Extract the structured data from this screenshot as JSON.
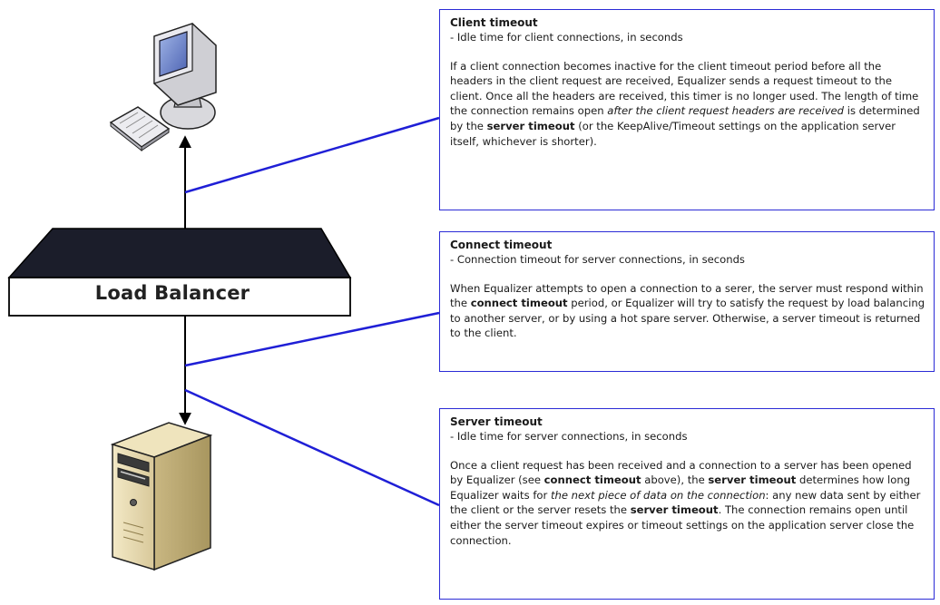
{
  "load_balancer": {
    "label": "Load Balancer"
  },
  "boxes": {
    "client": {
      "title": "Client timeout",
      "subtitle": " - Idle time for client connections, in seconds",
      "body": {
        "p1": "If a client connection becomes inactive for the client timeout period before all the headers in the client request are received, Equalizer sends a request timeout to the client. Once all the headers are received, this timer is no longer used. The length of time the connection remains open ",
        "em1": "after the client request headers are received",
        "p2": " is determined by the ",
        "b1": "server timeout",
        "p3": " (or the KeepAlive/Timeout settings on the application server itself, whichever is shorter)."
      }
    },
    "connect": {
      "title": "Connect timeout",
      "subtitle": " - Connection timeout for server connections, in seconds",
      "body": {
        "p1": "When Equalizer attempts to open a connection to a serer, the server must respond within the ",
        "b1": "connect timeout",
        "p2": " period, or Equalizer will try to satisfy the request by load balancing to another server, or by using a hot spare server. Otherwise, a server timeout is returned to the client."
      }
    },
    "server": {
      "title": "Server timeout",
      "subtitle": " - Idle time for server connections, in seconds",
      "body": {
        "p1": "Once a client request has been received and a connection to a server has been opened by Equalizer (see ",
        "b1": "connect timeout",
        "p2": " above), the ",
        "b2": "server timeout",
        "p3": " determines how long Equalizer waits for ",
        "em1": "the next piece of data on the connection",
        "p4": ": any new data sent by either the client or the server resets the ",
        "b3": "server timeout",
        "p5": ". The connection remains open until either the server timeout expires or timeout settings on the application server close the connection."
      }
    }
  },
  "icons": [
    "desktop-computer-icon",
    "keyboard-icon",
    "server-tower-icon"
  ],
  "colors": {
    "connector": "#1f1fd6",
    "box_border": "#2b2bd6",
    "appliance_top": "#1b1d2a",
    "arrow": "#000000"
  }
}
